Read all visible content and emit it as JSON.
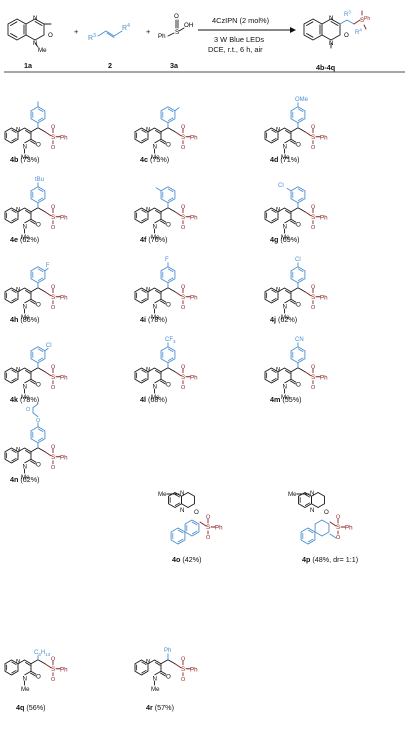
{
  "scheme": {
    "reactants": [
      {
        "id": "1a",
        "label": "1a",
        "n_substituent": "Me"
      },
      {
        "id": "2",
        "label": "2",
        "r3": "R",
        "r3_sup": "3",
        "r4": "R",
        "r4_sup": "4"
      },
      {
        "id": "3a",
        "label": "3a",
        "ph": "Ph",
        "s": "S",
        "oh": "OH",
        "o": "O"
      }
    ],
    "plus": "+",
    "conditions": [
      "4CzIPN (2 mol%)",
      "3 W Blue LEDs",
      "DCE, r.t., 6 h, air"
    ],
    "product_label": "4b-4q",
    "product_r3": "R",
    "product_r3_sup": "3",
    "product_r4": "R",
    "product_r4_sup": "4"
  },
  "atoms": {
    "N": "N",
    "O": "O",
    "S": "S",
    "Me": "Me",
    "Ph": "Ph"
  },
  "substituent_texts": {
    "OMe": "OMe",
    "tBu": "tBu",
    "F": "F",
    "Cl": "Cl",
    "CF3": "CF",
    "CF3_sub": "3",
    "CN": "CN",
    "C6H13": "C",
    "C6H13_sub1": "6",
    "C6H13_H": "H",
    "C6H13_sub2": "13",
    "Ph": "Ph"
  },
  "compounds": [
    {
      "id": "4b",
      "yield": " (73%)",
      "substituent": "Me",
      "position": "para"
    },
    {
      "id": "4c",
      "yield": " (75%)",
      "substituent": "Me",
      "position": "meta"
    },
    {
      "id": "4d",
      "yield": " (71%)",
      "substituent": "OMe",
      "position": "para"
    },
    {
      "id": "4e",
      "yield": " (62%)",
      "substituent": "tBu",
      "position": "para"
    },
    {
      "id": "4f",
      "yield": " (76%)",
      "substituent": "Me",
      "position": "ortho"
    },
    {
      "id": "4g",
      "yield": " (69%)",
      "substituent": "Cl",
      "position": "ortho"
    },
    {
      "id": "4h",
      "yield": " (86%)",
      "substituent": "F",
      "position": "meta"
    },
    {
      "id": "4i",
      "yield": " (78%)",
      "substituent": "F",
      "position": "para"
    },
    {
      "id": "4j",
      "yield": " (62%)",
      "substituent": "Cl",
      "position": "para"
    },
    {
      "id": "4k",
      "yield": " (78%)",
      "substituent": "Cl",
      "position": "meta"
    },
    {
      "id": "4l",
      "yield": " (68%)",
      "substituent": "CF3",
      "position": "para"
    },
    {
      "id": "4m",
      "yield": " (55%)",
      "substituent": "CN",
      "position": "para"
    },
    {
      "id": "4n",
      "yield": " (62%)",
      "substituent": "OAc",
      "position": "para"
    },
    {
      "id": "4o",
      "yield": " (42%)",
      "substituent": "tetralin"
    },
    {
      "id": "4p",
      "yield": " (48%, dr= 1:1)",
      "substituent": "Ph/Me"
    },
    {
      "id": "4q",
      "yield": " (56%)",
      "substituent": "C6H13"
    },
    {
      "id": "4r",
      "yield": " (57%)",
      "substituent": "Bn"
    }
  ],
  "colors": {
    "bond": "#1a1a1a",
    "aryl": "#4a8fd1",
    "sulfonyl": "#8a1a1a"
  }
}
